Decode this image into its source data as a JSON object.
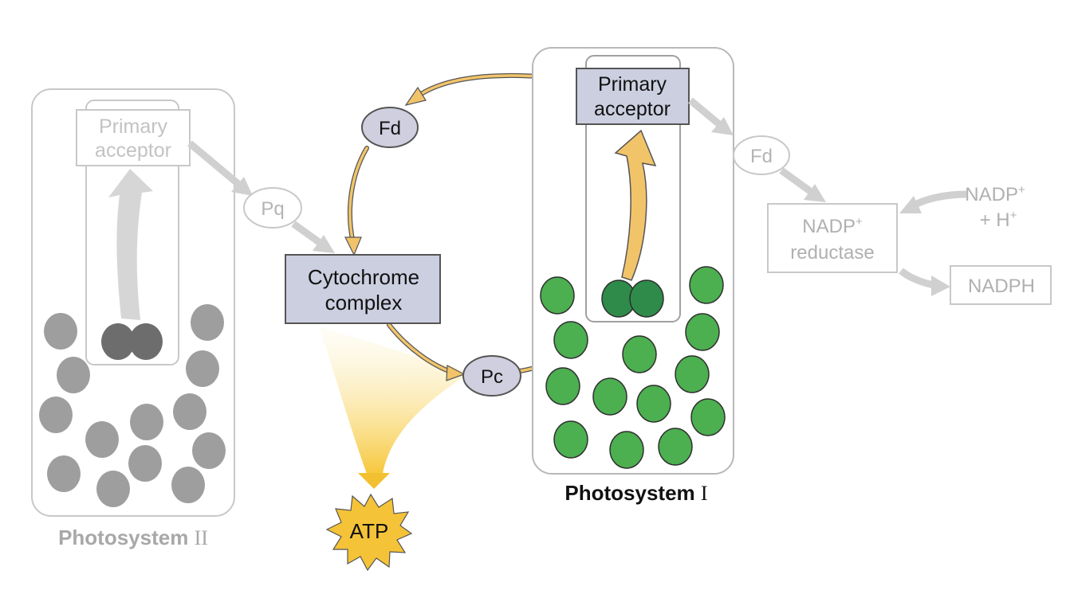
{
  "photosystem_ii": {
    "title": "Photosystem",
    "numeral": "II",
    "acceptor_line1": "Primary",
    "acceptor_line2": "acceptor",
    "pq": "Pq"
  },
  "cytochrome": {
    "line1": "Cytochrome",
    "line2": "complex"
  },
  "cyclic": {
    "fd": "Fd",
    "pc": "Pc",
    "atp": "ATP"
  },
  "photosystem_i": {
    "title": "Photosystem",
    "numeral": "I",
    "acceptor_line1": "Primary",
    "acceptor_line2": "acceptor"
  },
  "noncyclic_output": {
    "fd": "Fd",
    "reductase_line1": "NADP",
    "reductase_sup": "+",
    "reductase_line2": "reductase",
    "input_line1": "NADP",
    "input_sup1": "+",
    "input_line2": "+ H",
    "input_sup2": "+",
    "product": "NADPH"
  },
  "colors": {
    "faded_gray": "#c8c8c8",
    "text_gray": "#a8a8a8",
    "pigment_gray": "#9e9e9e",
    "reaction_center_gray": "#6d6d6d",
    "pigment_green": "#4caf50",
    "reaction_center_green": "#2e8b4a",
    "carrier_fill": "#cfcfe0",
    "complex_fill": "#cccfe0",
    "arrow_yellow": "#f2c46a",
    "atp_yellow": "#f5c338"
  }
}
